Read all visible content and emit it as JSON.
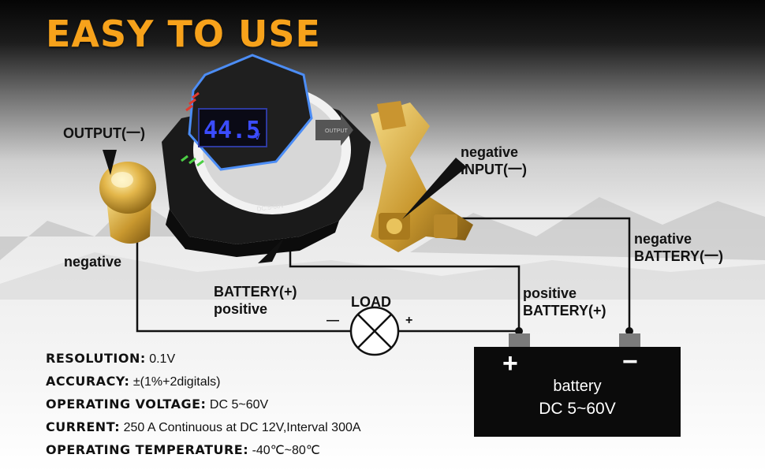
{
  "headline": "EASY TO USE",
  "device": {
    "display_value": "44.5",
    "display_unit": "v",
    "rating_text": "DC:5-60V",
    "arrow_text": "OUTPUT"
  },
  "labels": {
    "output_negative": "OUTPUT(一)",
    "negative_input_line1": "negative",
    "negative_input_line2": "INPUT(一)",
    "negative_left": "negative",
    "negative_battery_line1": "negative",
    "negative_battery_line2": "BATTERY(一)",
    "battery_plus_line1": "BATTERY(+)",
    "battery_plus_line2": "positive",
    "positive_battery_line1": "positive",
    "positive_battery_line2": "BATTERY(+)",
    "load": "LOAD",
    "load_minus": "—",
    "load_plus": "+"
  },
  "battery": {
    "plus_sign": "+",
    "minus_sign": "−",
    "label": "battery",
    "rating": "DC 5~60V"
  },
  "specs": [
    {
      "key": "RESOLUTION:",
      "value": "0.1V"
    },
    {
      "key": "ACCURACY:",
      "value": "±(1%+2digitals)"
    },
    {
      "key": "OPERATING VOLTAGE:",
      "value": "DC 5~60V"
    },
    {
      "key": "CURRENT:",
      "value": "250 A Continuous at DC 12V,Interval 300A"
    },
    {
      "key": "OPERATING TEMPERATURE:",
      "value": "-40℃~80℃"
    }
  ],
  "colors": {
    "headline": "#f7a21b",
    "display_digits": "#3b4cff",
    "brass": "#d9a63a",
    "device_body": "#1a1a1a"
  }
}
